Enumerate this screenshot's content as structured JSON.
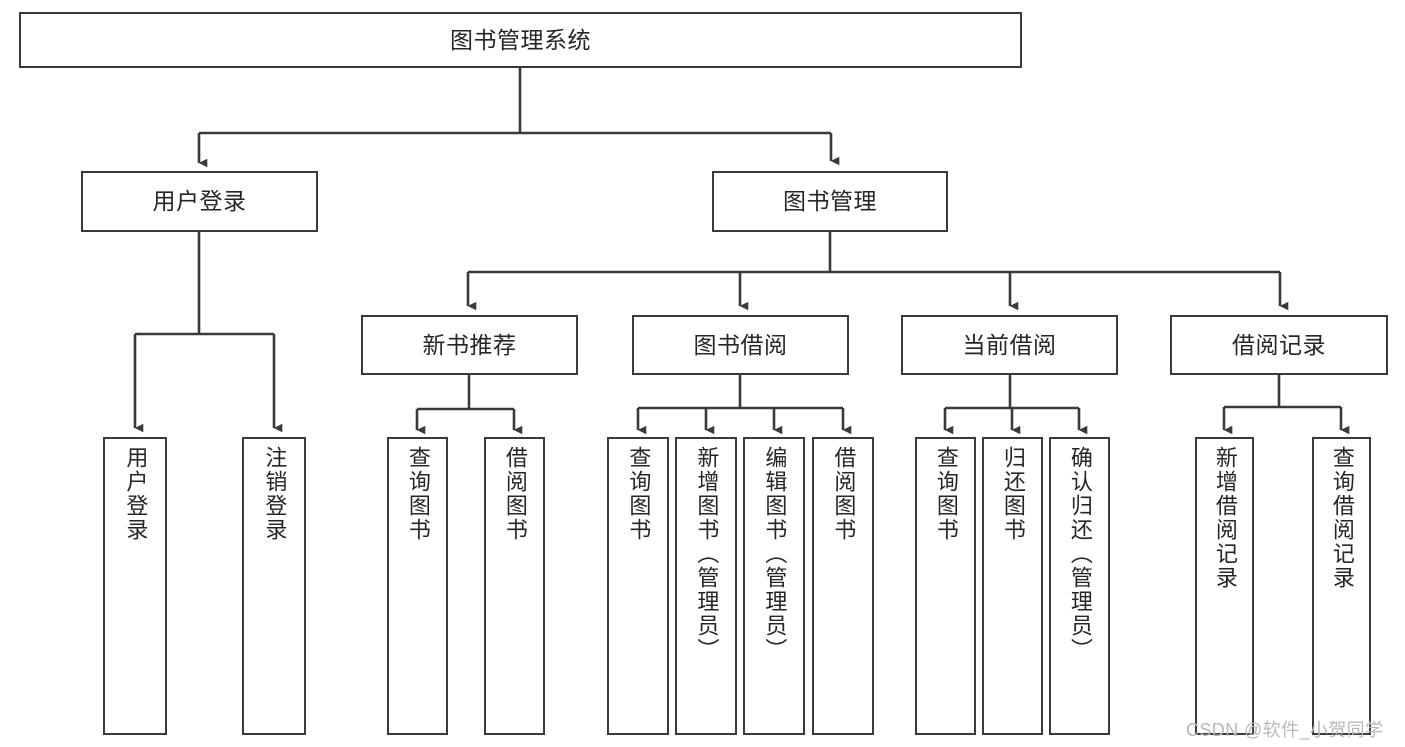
{
  "diagram": {
    "title": "图书管理系统",
    "type": "tree-hierarchy",
    "colors": {
      "box_border": "#3a3a3a",
      "box_fill": "#ffffff",
      "connector": "#3a3a3a",
      "text": "#262626",
      "watermark": "#b8b8b8"
    },
    "root": {
      "label": "图书管理系统"
    },
    "level1": [
      {
        "label": "用户登录"
      },
      {
        "label": "图书管理"
      }
    ],
    "level2": [
      {
        "label": "新书推荐"
      },
      {
        "label": "图书借阅"
      },
      {
        "label": "当前借阅"
      },
      {
        "label": "借阅记录"
      }
    ],
    "leaves": {
      "user_login": [
        {
          "label": "用户登录"
        },
        {
          "label": "注销登录"
        }
      ],
      "new_book_recommend": [
        {
          "label": "查询图书"
        },
        {
          "label": "借阅图书"
        }
      ],
      "book_borrow": [
        {
          "label": "查询图书"
        },
        {
          "label": "新增图书（管理员）"
        },
        {
          "label": "编辑图书（管理员）"
        },
        {
          "label": "借阅图书"
        }
      ],
      "current_borrow": [
        {
          "label": "查询图书"
        },
        {
          "label": "归还图书"
        },
        {
          "label": "确认归还（管理员）"
        }
      ],
      "borrow_record": [
        {
          "label": "新增借阅记录"
        },
        {
          "label": "查询借阅记录"
        }
      ]
    }
  },
  "watermark": {
    "text": "CSDN @软件_小贺同学"
  }
}
